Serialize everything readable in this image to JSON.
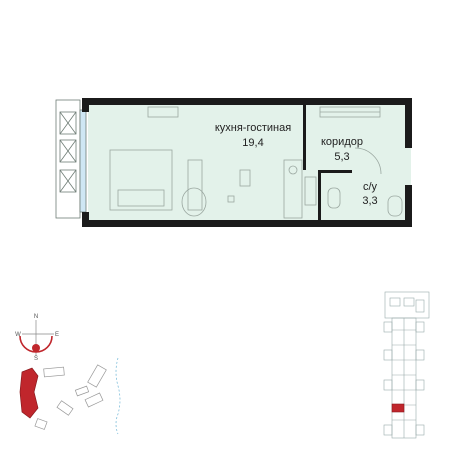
{
  "floorplan": {
    "rooms": [
      {
        "name": "кухня-гостиная",
        "area": "19,4"
      },
      {
        "name": "коридор",
        "area": "5,3"
      },
      {
        "name": "с/у",
        "area": "3,3"
      }
    ],
    "colors": {
      "room_fill": "#e3f2ea",
      "wall": "#1b1b1b",
      "furniture": "#9aa7a0",
      "highlight": "#c0262c"
    }
  },
  "compass": {
    "n": "N",
    "s": "S",
    "w": "W",
    "e": "E"
  }
}
